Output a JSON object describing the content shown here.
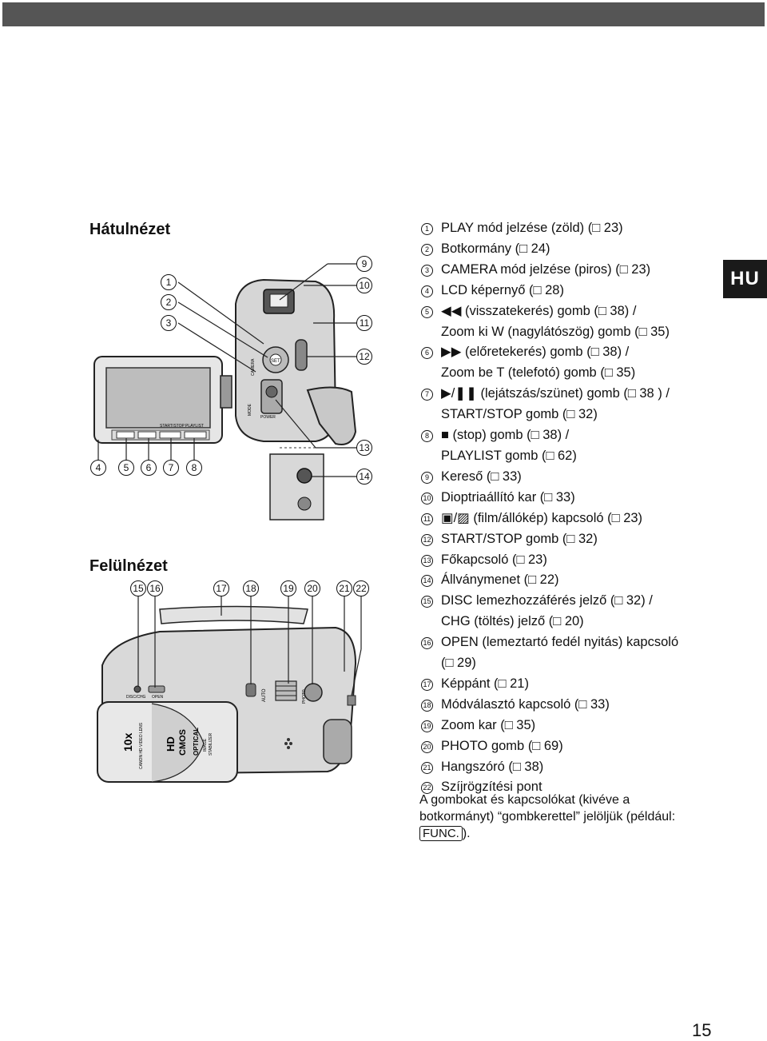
{
  "header": {
    "lang_tab": "HU"
  },
  "rear_view": {
    "title": "Hátulnézet",
    "device_labels": {
      "mode": "MODE",
      "power": "POWER",
      "startstop": "START/STOP",
      "playlist": "PLAYLIST",
      "camera": "CAMERA",
      "set": "SET"
    }
  },
  "top_view": {
    "title": "Felülnézet",
    "device_labels": {
      "zoom": "10x",
      "lens": "CANON HD VIDEO LENS",
      "hd": "HD",
      "cmos": "CMOS",
      "optical": "OPTICAL",
      "image": "IMAGE",
      "stabilizer": "STABILIZER",
      "auto": "AUTO",
      "photo": "PHOTO",
      "open": "OPEN",
      "disc_chg": "DISC/CHG"
    }
  },
  "callouts": {
    "rear": [
      "1",
      "2",
      "3",
      "4",
      "5",
      "6",
      "7",
      "8",
      "9",
      "10",
      "11",
      "12",
      "13",
      "14"
    ],
    "top": [
      "15",
      "16",
      "17",
      "18",
      "19",
      "20",
      "21",
      "22"
    ]
  },
  "legend": [
    {
      "num": "1",
      "text": "PLAY mód jelzése (zöld) (□ 23)"
    },
    {
      "num": "2",
      "text": "Botkormány (□ 24)"
    },
    {
      "num": "3",
      "text": "CAMERA mód jelzése (piros) (□ 23)"
    },
    {
      "num": "4",
      "text": "LCD képernyő (□ 28)"
    },
    {
      "num": "5",
      "text": "◀◀ (visszatekerés) gomb (□ 38) /\nZoom ki W (nagylátószög) gomb (□ 35)"
    },
    {
      "num": "6",
      "text": "▶▶ (előretekerés) gomb (□ 38) /\nZoom be T (telefotó) gomb (□ 35)"
    },
    {
      "num": "7",
      "text": "▶/❚❚ (lejátszás/szünet) gomb (□ 38 ) /\nSTART/STOP gomb (□ 32)"
    },
    {
      "num": "8",
      "text": "■ (stop) gomb (□ 38) /\nPLAYLIST gomb (□ 62)"
    },
    {
      "num": "9",
      "text": "Kereső (□ 33)"
    },
    {
      "num": "10",
      "text": "Dioptriaállító kar (□ 33)"
    },
    {
      "num": "11",
      "text": "▣/▨ (film/állókép) kapcsoló (□ 23)"
    },
    {
      "num": "12",
      "text": "START/STOP gomb (□ 32)"
    },
    {
      "num": "13",
      "text": "Főkapcsoló (□ 23)"
    },
    {
      "num": "14",
      "text": "Állványmenet (□ 22)"
    },
    {
      "num": "15",
      "text": "DISC lemezhozzáférés jelző (□ 32) /\nCHG (töltés) jelző (□ 20)"
    },
    {
      "num": "16",
      "text": "OPEN (lemeztartó fedél nyitás) kapcsoló\n(□ 29)"
    },
    {
      "num": "17",
      "text": "Képpánt (□ 21)"
    },
    {
      "num": "18",
      "text": "Módválasztó kapcsoló (□ 33)"
    },
    {
      "num": "19",
      "text": "Zoom kar (□ 35)"
    },
    {
      "num": "20",
      "text": "PHOTO gomb (□ 69)"
    },
    {
      "num": "21",
      "text": "Hangszóró (□ 38)"
    },
    {
      "num": "22",
      "text": "Szíjrögzítési pont"
    }
  ],
  "note": {
    "text_before": "A gombokat és kapcsolókat (kivéve a botkormányt) “gombkerettel” jelöljük (például: ",
    "func": "FUNC.",
    "text_after": ")."
  },
  "page_number": "15"
}
